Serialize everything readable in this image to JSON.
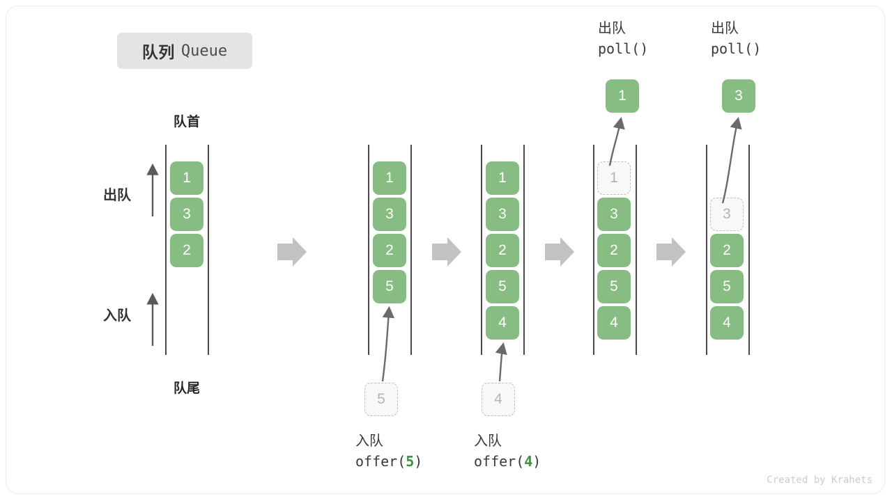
{
  "title": {
    "cn": "队列",
    "en": "Queue"
  },
  "colors": {
    "box_fill": "#87bd82",
    "box_text": "#ffffff",
    "ghost_fill": "#f8f8f8",
    "ghost_border": "#bdbdbd",
    "ghost_text": "#b4b4b4",
    "rail": "#4a4a4a",
    "flow_arrow": "#c2c2c2",
    "accent_code": "#3f9142",
    "badge_bg": "#e4e4e4"
  },
  "labels": {
    "head": "队首",
    "tail": "队尾",
    "dequeue": "出队",
    "enqueue": "入队"
  },
  "stages": [
    {
      "id": "stage-1",
      "items": [
        {
          "value": "1",
          "state": "filled"
        },
        {
          "value": "3",
          "state": "filled"
        },
        {
          "value": "2",
          "state": "filled"
        }
      ]
    },
    {
      "id": "stage-2",
      "items": [
        {
          "value": "1",
          "state": "filled"
        },
        {
          "value": "3",
          "state": "filled"
        },
        {
          "value": "2",
          "state": "filled"
        },
        {
          "value": "5",
          "state": "filled"
        }
      ],
      "incoming": {
        "value": "5",
        "state": "ghost"
      },
      "caption": {
        "cn": "入队",
        "fn": "offer(",
        "arg": "5",
        "close": ")"
      }
    },
    {
      "id": "stage-3",
      "items": [
        {
          "value": "1",
          "state": "filled"
        },
        {
          "value": "3",
          "state": "filled"
        },
        {
          "value": "2",
          "state": "filled"
        },
        {
          "value": "5",
          "state": "filled"
        },
        {
          "value": "4",
          "state": "filled"
        }
      ],
      "incoming": {
        "value": "4",
        "state": "ghost"
      },
      "caption": {
        "cn": "入队",
        "fn": "offer(",
        "arg": "4",
        "close": ")"
      }
    },
    {
      "id": "stage-4",
      "items": [
        {
          "value": "1",
          "state": "ghost"
        },
        {
          "value": "3",
          "state": "filled"
        },
        {
          "value": "2",
          "state": "filled"
        },
        {
          "value": "5",
          "state": "filled"
        },
        {
          "value": "4",
          "state": "filled"
        }
      ],
      "outgoing": {
        "value": "1",
        "state": "filled"
      },
      "caption": {
        "cn": "出队",
        "fn": "poll(",
        "arg": "",
        "close": ")"
      }
    },
    {
      "id": "stage-5",
      "items": [
        {
          "value": "",
          "state": "empty"
        },
        {
          "value": "3",
          "state": "ghost"
        },
        {
          "value": "2",
          "state": "filled"
        },
        {
          "value": "5",
          "state": "filled"
        },
        {
          "value": "4",
          "state": "filled"
        }
      ],
      "outgoing": {
        "value": "3",
        "state": "filled"
      },
      "caption": {
        "cn": "出队",
        "fn": "poll(",
        "arg": "",
        "close": ")"
      }
    }
  ],
  "credit": "Created by Krahets"
}
